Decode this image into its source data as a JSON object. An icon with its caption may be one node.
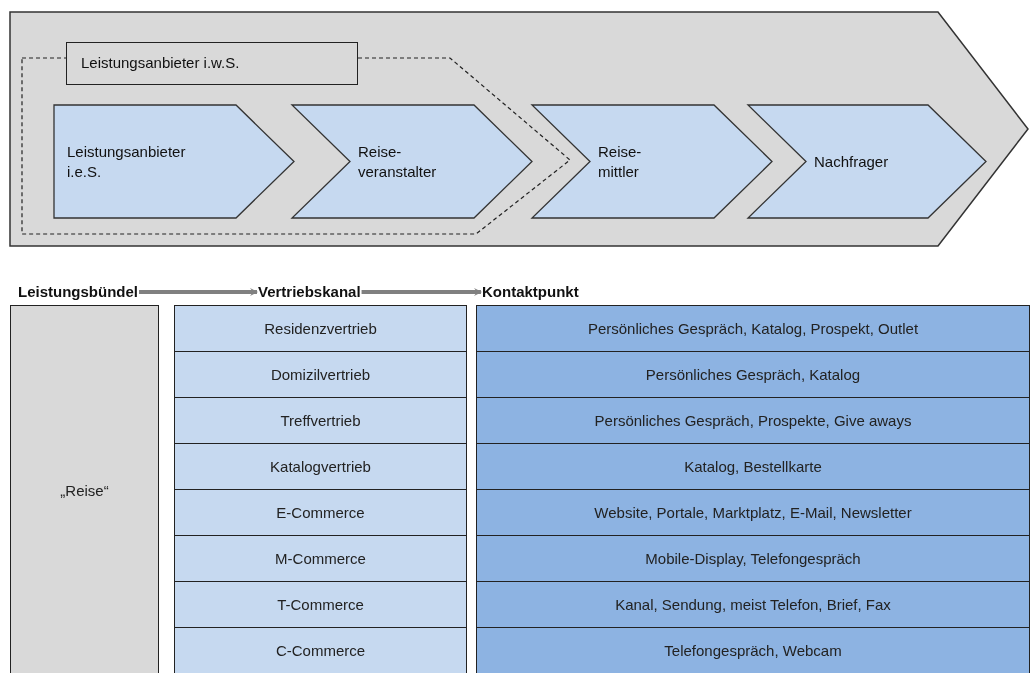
{
  "diagram": {
    "nodes": [
      {
        "text": [],
        "shape": "arrow"
      },
      {
        "text": [
          "Leistungsanbieter i.w.S."
        ],
        "in": 0
      },
      {
        "text": [
          "Leistungsanbieter i.e.S."
        ],
        "in": 1
      },
      {
        "text": [
          "Reise- veranstalter"
        ],
        "in": 1
      },
      {
        "text": [
          "Reise- mittler"
        ],
        "in": 0
      },
      {
        "text": [
          "Nachfrager"
        ],
        "in": 0
      },
      {
        "text": [
          "Leistungsbündel"
        ]
      },
      {
        "text": [
          "Vertriebskanal"
        ]
      },
      {
        "text": [
          "Kontaktpunkt"
        ]
      }
    ],
    "edges": [
      {
        "from": 6,
        "to": 7,
        "arrow": "to"
      },
      {
        "from": 7,
        "to": 8,
        "arrow": "to"
      }
    ],
    "labels": [
      "„Reise“",
      "Residenzvertrieb",
      "Persönliches Gespräch, Katalog, Prospekt, Outlet",
      "Domizilvertrieb",
      "Persönliches Gespräch, Katalog",
      "Treffvertrieb",
      "Persönliches Gespräch, Prospekte, Give aways",
      "Katalogvertrieb",
      "Katalog, Bestellkarte",
      "E-Commerce",
      "Website, Portale, Marktplatz, E-Mail, Newsletter",
      "M-Commerce",
      "Mobile-Display, Telefongespräch",
      "T-Commerce",
      "Kanal, Sendung, meist Telefon, Brief, Fax",
      "C-Commerce",
      "Telefongespräch, Webcam"
    ]
  }
}
